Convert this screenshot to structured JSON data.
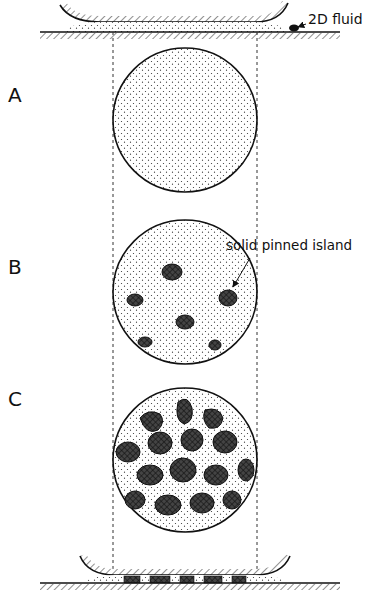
{
  "diagram": {
    "labels": [
      "2D fluid",
      "A",
      "B",
      "solid pinned island",
      "C"
    ]
  }
}
